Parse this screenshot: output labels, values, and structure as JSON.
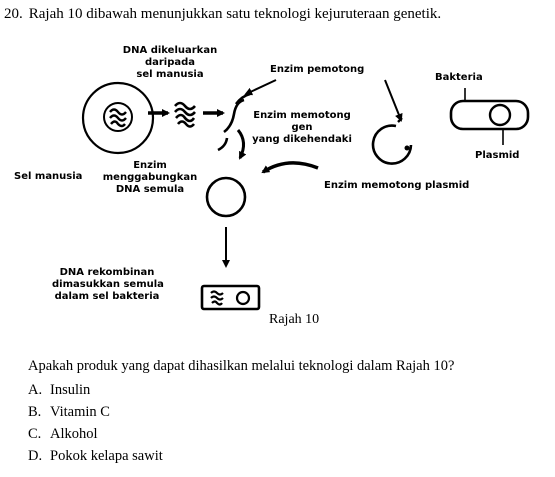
{
  "question": {
    "number": "20.",
    "stem": "Rajah 10 dibawah menunjukkan satu teknologi kejuruteraan genetik.",
    "prompt": "Apakah produk yang dapat dihasilkan melalui teknologi dalam Rajah 10?",
    "options": [
      {
        "letter": "A.",
        "text": "Insulin"
      },
      {
        "letter": "B.",
        "text": "Vitamin C"
      },
      {
        "letter": "C.",
        "text": "Alkohol"
      },
      {
        "letter": "D.",
        "text": "Pokok kelapa sawit"
      }
    ]
  },
  "diagram": {
    "caption": "Rajah 10",
    "labels": {
      "dna_extracted": [
        "DNA dikeluarkan",
        "daripada",
        "sel manusia"
      ],
      "cutting_enzyme": "Enzim pemotong",
      "bacteria": "Bakteria",
      "gene_cutting_enzyme": [
        "Enzim memotong",
        "gen",
        "yang dikehendaki"
      ],
      "plasmid": "Plasmid",
      "human_cell": "Sel manusia",
      "joining_enzyme": [
        "Enzim",
        "menggabungkan",
        "DNA semula"
      ],
      "plasmid_cutting_enzyme": "Enzim memotong plasmid",
      "recombinant_dna": [
        "DNA rekombinan",
        "dimasukkan semula",
        "dalam sel bakteria"
      ]
    }
  }
}
